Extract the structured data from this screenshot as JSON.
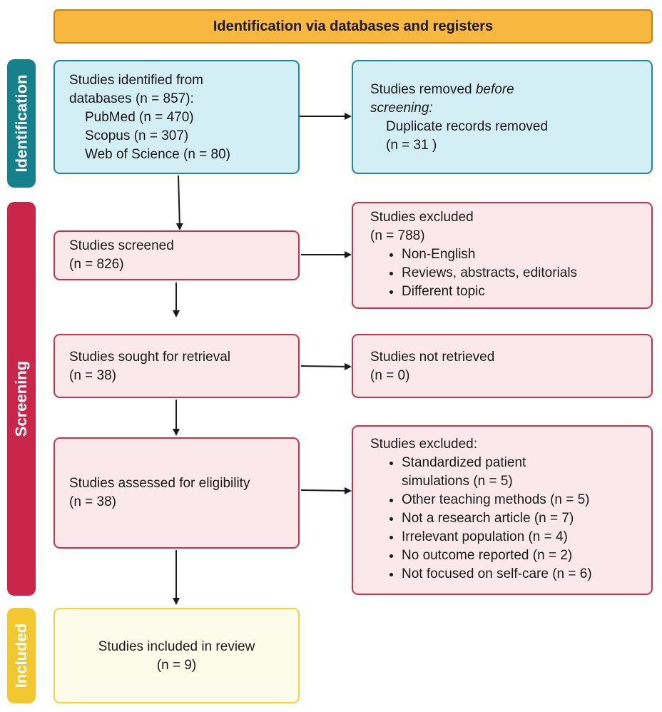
{
  "header": {
    "title": "Identification via databases and registers"
  },
  "stages": {
    "identification": "Identification",
    "screening": "Screening",
    "included": "Included"
  },
  "identified": {
    "line1": "Studies identified from",
    "line2": "databases (n = 857):",
    "sources": [
      "PubMed (n = 470)",
      "Scopus (n = 307)",
      "Web of Science (n = 80)"
    ]
  },
  "removed": {
    "prefix": "Studies removed ",
    "italic1": "before",
    "italic2": "screening:",
    "line3": "Duplicate records removed",
    "line4": "(n = 31 )"
  },
  "screened": {
    "line1": "Studies screened",
    "line2": "(n = 826)"
  },
  "excluded1": {
    "line1": "Studies excluded",
    "line2": "(n = 788)",
    "items": [
      "Non-English",
      "Reviews, abstracts, editorials",
      "Different topic"
    ]
  },
  "sought": {
    "line1": "Studies sought for retrieval",
    "line2": "(n = 38)"
  },
  "not_retrieved": {
    "line1": "Studies not retrieved",
    "line2": "(n = 0)"
  },
  "assessed": {
    "line1": "Studies assessed for eligibility",
    "line2": "(n = 38)"
  },
  "excluded2": {
    "line1": "Studies excluded:",
    "items": [
      "Standardized patient",
      "simulations (n = 5)",
      "Other teaching methods (n = 5)",
      "Not a research article (n = 7)",
      "Irrelevant population (n = 4)",
      "No outcome reported (n = 2)",
      "Not focused on self-care (n = 6)"
    ]
  },
  "included": {
    "line1": "Studies included in review",
    "line2": "(n = 9)"
  },
  "colors": {
    "header_fill": "#f8b73e",
    "identification_stage": "#17808d",
    "screening_stage": "#c9264a",
    "included_stage": "#f2c830",
    "blue_box": "#d3eef4",
    "pink_box": "#fbe8ea",
    "yellow_box": "#fdfbea"
  }
}
